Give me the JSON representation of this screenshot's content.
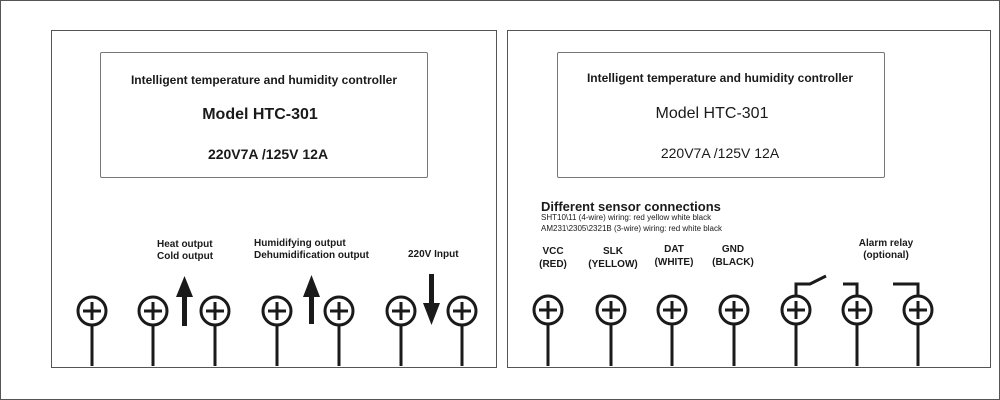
{
  "left_panel": {
    "label": {
      "title": "Intelligent temperature and humidity controller",
      "model": "Model HTC-301",
      "rating": "220V7A /125V 12A"
    },
    "heat_output": "Heat output",
    "cold_output": "Cold output",
    "humidifying_output": "Humidifying output",
    "dehumidification_output": "Dehumidification output",
    "input_220v": "220V Input"
  },
  "right_panel": {
    "label": {
      "title": "Intelligent temperature and humidity controller",
      "model": "Model HTC-301",
      "rating": "220V7A /125V 12A"
    },
    "sensor_heading": "Different sensor connections",
    "sensor_note_1": "SHT10\\11 (4-wire) wiring: red yellow white black",
    "sensor_note_2": "AM231\\2305\\2321B (3-wire) wiring: red white black",
    "vcc": "VCC",
    "vcc_color": "(RED)",
    "slk": "SLK",
    "slk_color": "(YELLOW)",
    "dat": "DAT",
    "dat_color": "(WHITE)",
    "gnd": "GND",
    "gnd_color": "(BLACK)",
    "alarm_relay": "Alarm relay",
    "alarm_optional": "(optional)"
  }
}
